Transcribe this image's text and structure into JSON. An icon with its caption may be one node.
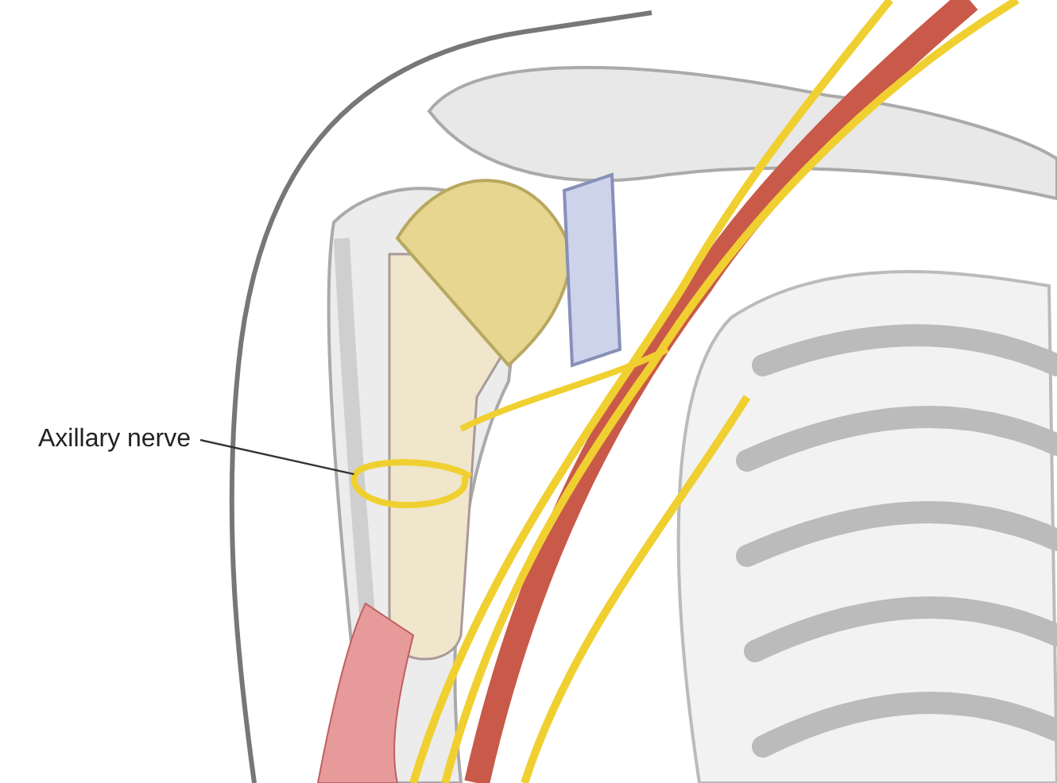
{
  "diagram": {
    "nodes": [
      {
        "text": [
          "Axillary nerve"
        ]
      },
      {
        "text": [],
        "shape": "picture"
      }
    ],
    "edges": [
      {
        "from": 0,
        "to": 1,
        "arrow": "none"
      }
    ]
  }
}
